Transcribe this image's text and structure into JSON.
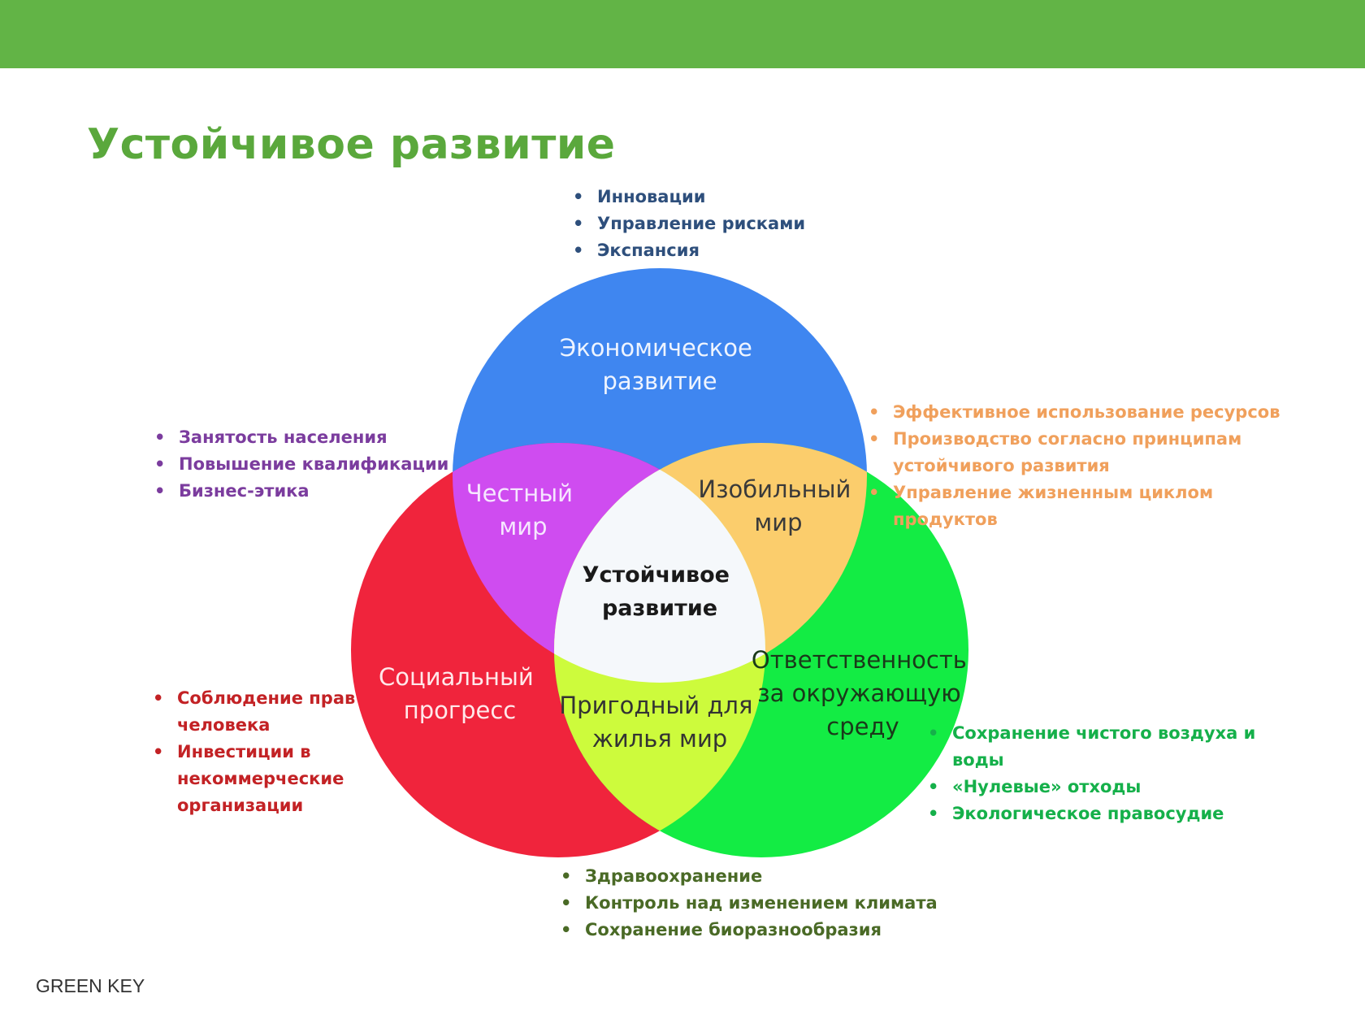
{
  "title": "Устойчивое развитие",
  "colors": {
    "top_bar": "#62b446",
    "title": "#5aa83c",
    "circle_economic": "#3f86f0",
    "circle_social": "#f0243c",
    "circle_environment": "#13ec44",
    "overlap_economic_social": "#cf4cf0",
    "overlap_economic_environment": "#fbcd6c",
    "overlap_social_environment": "#cdfb3c",
    "overlap_center": "#f5f8fb"
  },
  "circles": {
    "economic": [
      "Экономическое",
      "развитие"
    ],
    "social": [
      "Социальный",
      "прогресс"
    ],
    "environment": [
      "Ответственность",
      "за окружающую",
      "среду"
    ]
  },
  "overlaps": {
    "fair_world": [
      "Честный",
      "мир"
    ],
    "abundant_world": [
      "Изобильный",
      "мир"
    ],
    "livable_world": [
      "Пригодный для",
      "жилья мир"
    ],
    "sustainable": [
      "Устойчивое",
      "развитие"
    ]
  },
  "bullets": {
    "economic": [
      "Инновации",
      "Управление рисками",
      "Экспансия"
    ],
    "social": [
      "Занятость населения",
      "Повышение квалификации",
      "Бизнес-этика"
    ],
    "resources": [
      "Эффективное использование ресурсов",
      "Производство согласно принципам устойчивого развития",
      "Управление жизненным циклом продуктов"
    ],
    "human": [
      "Соблюдение прав человека",
      "Инвестиции в некоммерческие организации"
    ],
    "environment": [
      "Сохранение чистого воздуха и воды",
      "«Нулевые» отходы",
      "Экологическое правосудие"
    ],
    "health": [
      "Здравоохранение",
      "Контроль  над изменением климата",
      "Сохранение биоразнообразия"
    ]
  },
  "footer": "GREEN KEY"
}
